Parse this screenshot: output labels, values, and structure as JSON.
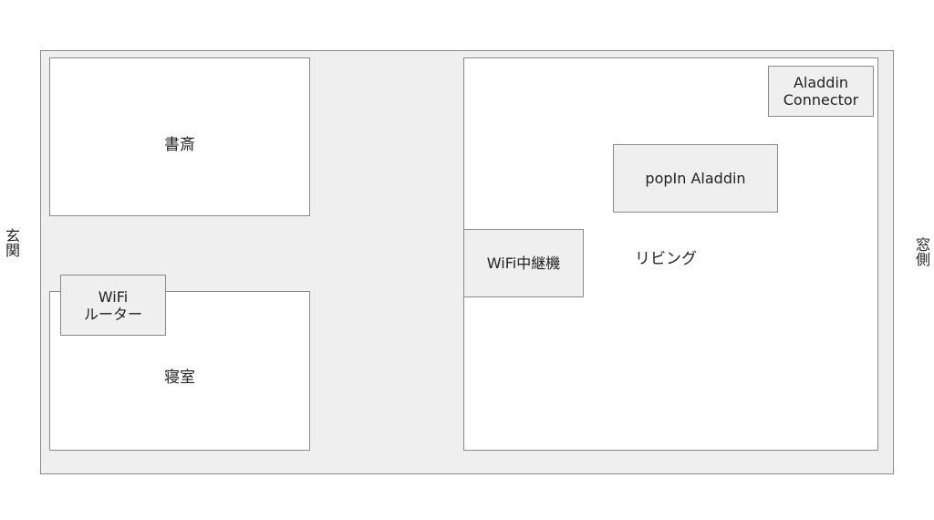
{
  "labels": {
    "entrance": "玄関",
    "window_side": "窓側"
  },
  "rooms": {
    "study": "書斎",
    "bedroom": "寝室",
    "living": "リビング"
  },
  "devices": {
    "wifi_router": [
      "WiFi",
      "ルーター"
    ],
    "wifi_repeater": "WiFi中継機",
    "popin_aladdin": "popIn Aladdin",
    "aladdin_connector": [
      "Aladdin",
      "Connector"
    ]
  },
  "colors": {
    "floor_fill": "#efefef",
    "room_fill": "#ffffff",
    "device_fill": "#efefef",
    "outline": "#8a8a8a"
  }
}
